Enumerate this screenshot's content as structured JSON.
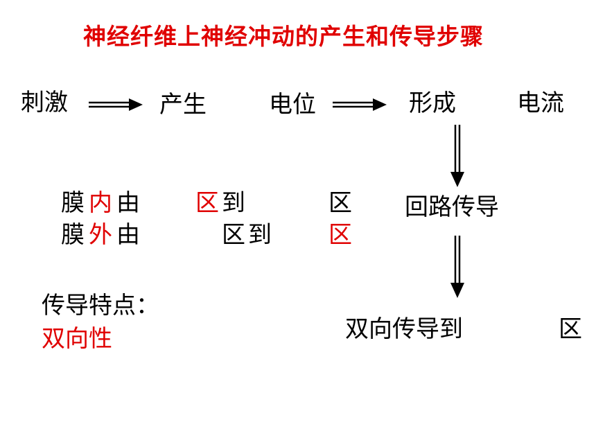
{
  "title": "神经纤维上神经冲动的产生和传导步骤",
  "colors": {
    "accent": "#e00000",
    "text": "#000000",
    "background": "#ffffff"
  },
  "flow": {
    "stimulus": "刺激",
    "produce": "产生",
    "potential": "电位",
    "form": "形成",
    "current": "电流"
  },
  "membrane": {
    "inner": {
      "prefix": "膜",
      "side": "内",
      "from": "由",
      "zone1": "区",
      "to": "到",
      "zone2": "区"
    },
    "outer": {
      "prefix": "膜",
      "side": "外",
      "from": "由",
      "zone1": "区",
      "to": "到",
      "zone2": "区"
    }
  },
  "loop_conduct": "回路传导",
  "bidirectional": {
    "text": "双向传导到",
    "zone": "区"
  },
  "features": {
    "heading": "传导特点：",
    "value": "双向性"
  }
}
